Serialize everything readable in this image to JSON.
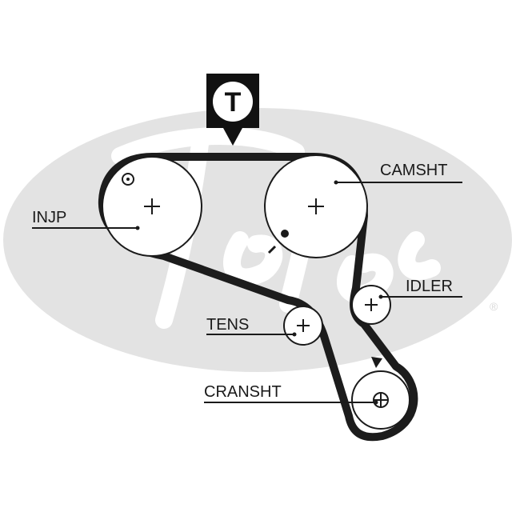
{
  "colors": {
    "background": "#ffffff",
    "logo": "#e3e3e3",
    "belt": "#1c1c1c",
    "line": "#1a1a1a"
  },
  "marker": {
    "letter": "T"
  },
  "logo": {
    "registered_mark": "®"
  },
  "labels": {
    "injp": "INJP",
    "camsht": "CAMSHT",
    "idler": "IDLER",
    "tens": "TENS",
    "cransht": "CRANSHT"
  }
}
